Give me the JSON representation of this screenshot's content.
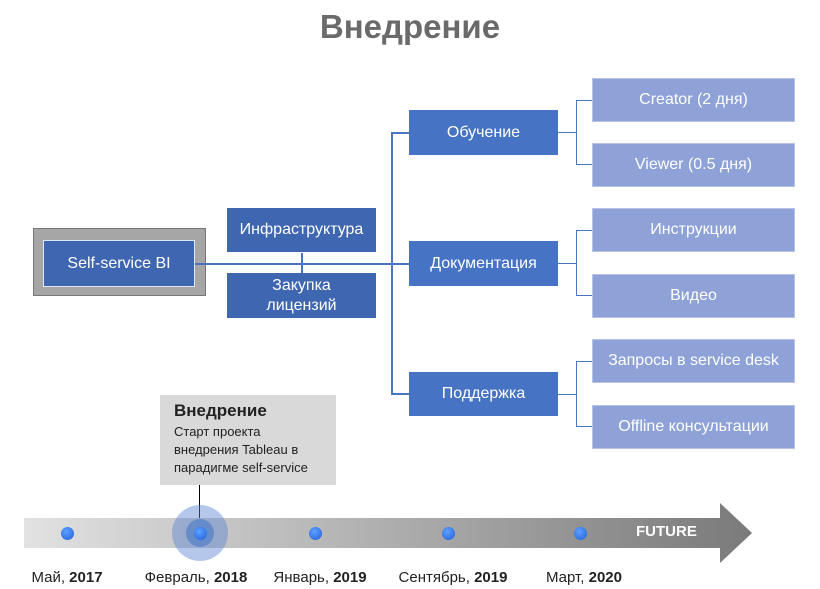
{
  "title": "Внедрение",
  "root": "Self-service BI",
  "prereqs": [
    "Инфраструктура",
    "Закупка лицензий"
  ],
  "branches": [
    {
      "label": "Обучение",
      "items": [
        "Creator (2 дня)",
        "Viewer (0.5 дня)"
      ]
    },
    {
      "label": "Документация",
      "items": [
        "Инструкции",
        "Видео"
      ]
    },
    {
      "label": "Поддержка",
      "items": [
        "Запросы в service desk",
        "Offline консультации"
      ]
    }
  ],
  "callout": {
    "heading": "Внедрение",
    "text": "Старт проекта внедрения Tableau в парадигме self-service"
  },
  "timeline": {
    "future_label": "FUTURE",
    "milestones": [
      {
        "month": "Май,",
        "year": "2017"
      },
      {
        "month": "Февраль,",
        "year": "2018"
      },
      {
        "month": "Январь,",
        "year": "2019"
      },
      {
        "month": "Сентябрь,",
        "year": "2019"
      },
      {
        "month": "Март,",
        "year": "2020"
      }
    ],
    "active_index": 1
  }
}
